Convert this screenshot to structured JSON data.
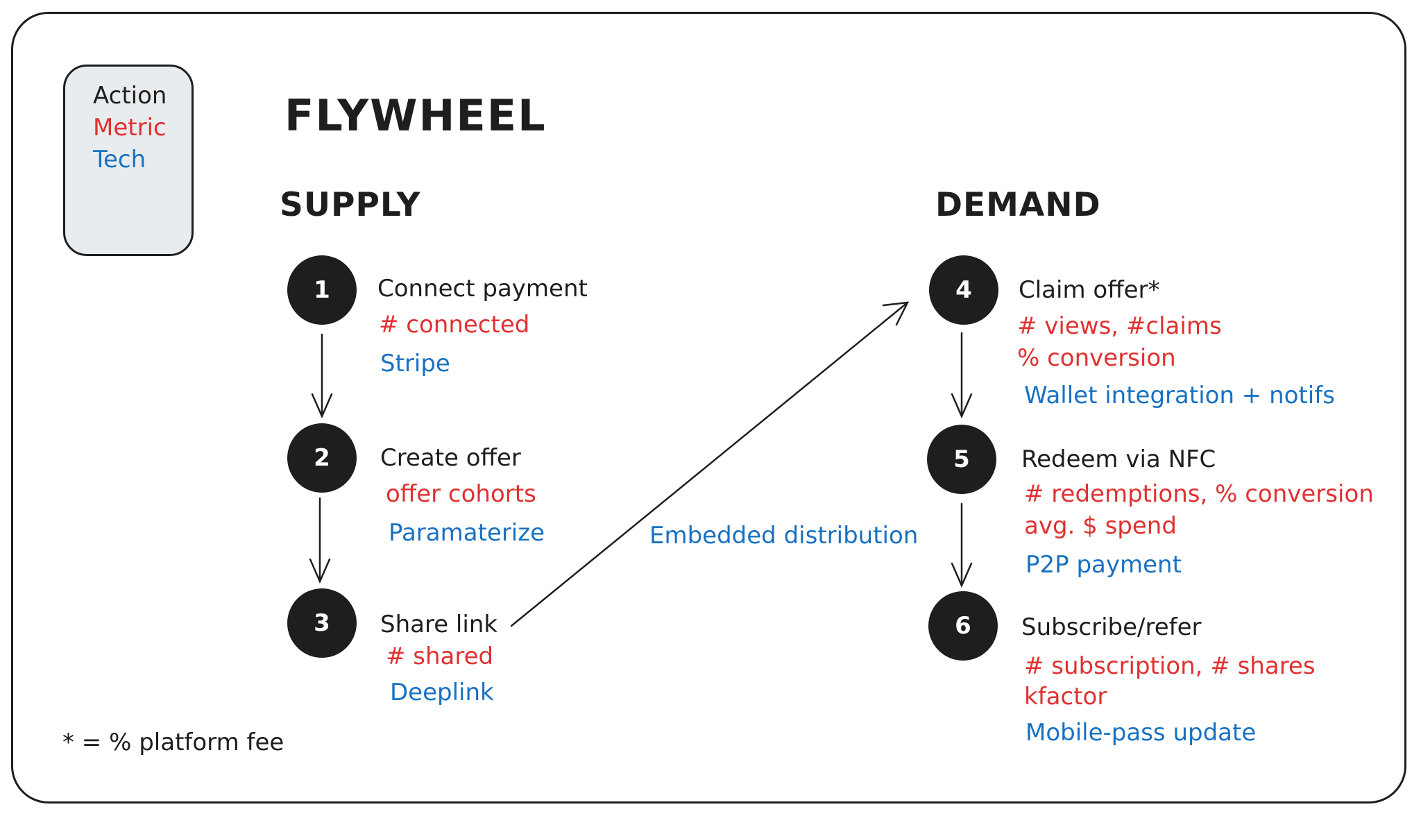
{
  "legend": {
    "action": "Action",
    "metric": "Metric",
    "tech": "Tech"
  },
  "title": "FLYWHEEL",
  "supply": {
    "heading": "SUPPLY",
    "steps": [
      {
        "number": "1",
        "action": "Connect payment",
        "metric": "# connected",
        "tech": "Stripe"
      },
      {
        "number": "2",
        "action": "Create offer",
        "metric": "offer cohorts",
        "tech": "Paramaterize"
      },
      {
        "number": "3",
        "action": "Share link",
        "metric": "# shared",
        "tech": "Deeplink"
      }
    ]
  },
  "demand": {
    "heading": "DEMAND",
    "steps": [
      {
        "number": "4",
        "action": "Claim offer*",
        "metric_lines": [
          "# views, #claims",
          "% conversion"
        ],
        "tech": "Wallet integration + notifs"
      },
      {
        "number": "5",
        "action": "Redeem via NFC",
        "metric_lines": [
          "# redemptions, % conversion",
          "avg. $ spend"
        ],
        "tech": "P2P payment"
      },
      {
        "number": "6",
        "action": "Subscribe/refer",
        "metric_lines": [
          "# subscription, # shares",
          "kfactor"
        ],
        "tech": "Mobile-pass update"
      }
    ]
  },
  "connector_label": "Embedded distribution",
  "footnote": "* = % platform fee",
  "colors": {
    "action": "#1e1e1e",
    "metric": "#e03131",
    "tech": "#1971c2",
    "legend_background": "#e9ecef"
  }
}
